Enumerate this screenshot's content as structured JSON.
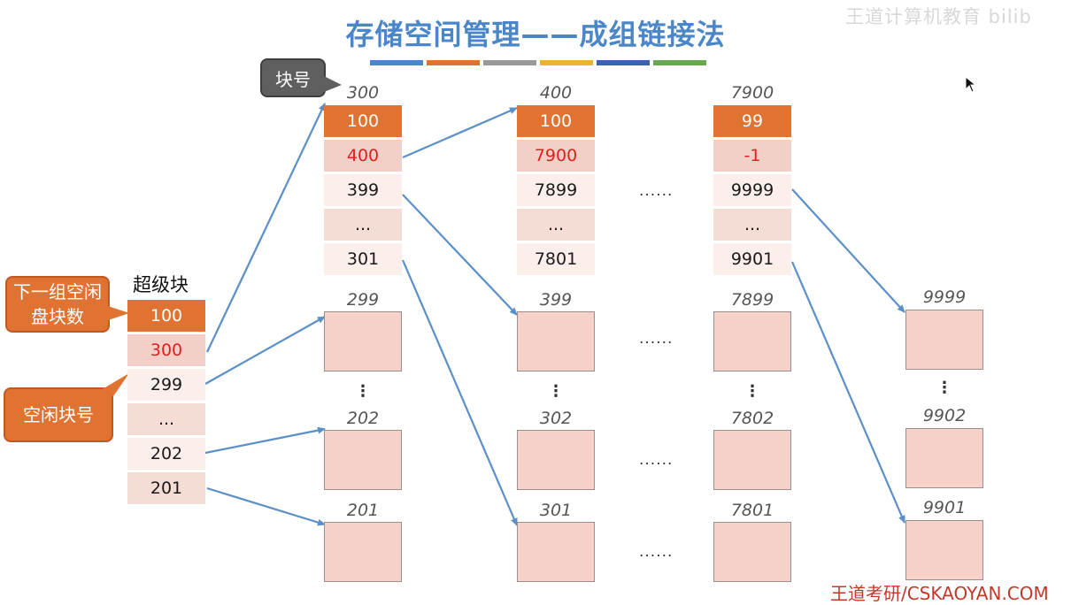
{
  "title": "存储空间管理——成组链接法",
  "top_right_watermark": "王道计算机教育 bilib",
  "watermark": "王道考研/CSKAOYAN.COM",
  "legend_bar_colors": [
    "#4a86c8",
    "#e07232",
    "#9a9a9a",
    "#f0b030",
    "#3a62b0",
    "#6aa84f"
  ],
  "callouts": {
    "block_no": "块号",
    "next_group_count": "下一组空闲盘块数",
    "free_block_no": "空闲块号"
  },
  "super_block": {
    "label": "超级块",
    "cells": [
      "100",
      "300",
      "299",
      "...",
      "202",
      "201"
    ]
  },
  "groups": [
    {
      "caption": "300",
      "cells": [
        "100",
        "400",
        "399",
        "...",
        "301"
      ]
    },
    {
      "caption": "400",
      "cells": [
        "100",
        "7900",
        "7899",
        "...",
        "7801"
      ]
    },
    {
      "caption": "7900",
      "cells": [
        "99",
        "-1",
        "9999",
        "...",
        "9901"
      ]
    }
  ],
  "block_columns": [
    {
      "captions": [
        "299",
        "202",
        "201"
      ]
    },
    {
      "captions": [
        "399",
        "302",
        "301"
      ]
    },
    {
      "captions": [
        "7899",
        "7802",
        "7801"
      ]
    },
    {
      "captions": [
        "9999",
        "9902",
        "9901"
      ]
    }
  ],
  "ellipsis_h": "......",
  "ellipsis_v": "⋮"
}
